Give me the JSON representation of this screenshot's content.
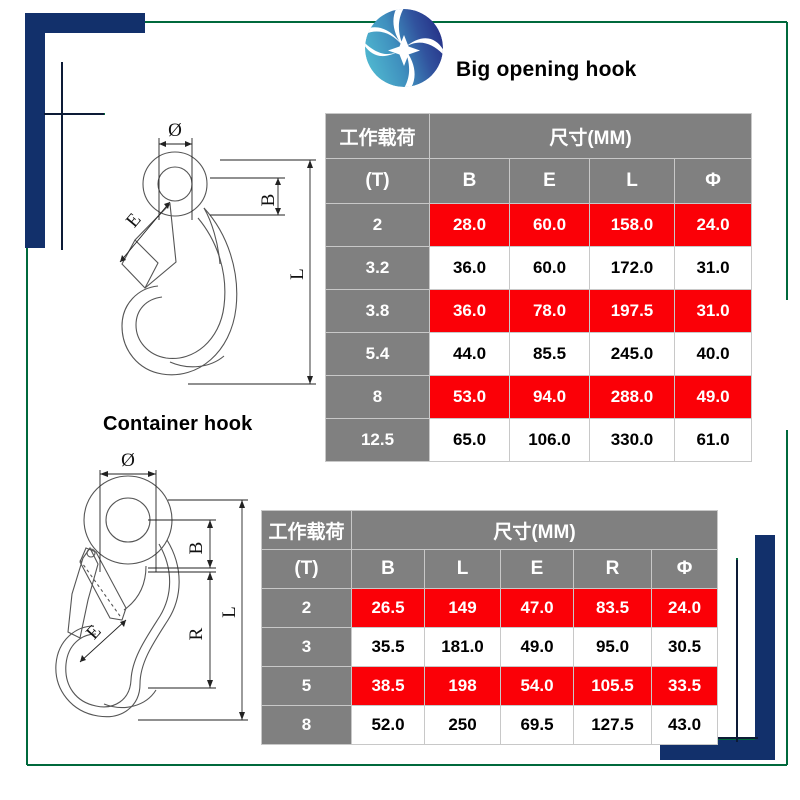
{
  "page": {
    "background": "#ffffff",
    "frame_navy": "#12306b",
    "frame_green": "#00693c"
  },
  "logo": {
    "name": "company-swirl-logo",
    "color_light": "#45a8c4",
    "color_mid": "#3a7fb5",
    "color_dark": "#2a3b8f",
    "star_color": "#ffffff"
  },
  "sections": [
    {
      "id": "big-opening-hook",
      "title": "Big opening hook",
      "drawing_labels": [
        "Ø",
        "B",
        "E",
        "L"
      ]
    },
    {
      "id": "container-hook",
      "title": "Container hook",
      "drawing_labels": [
        "Ø",
        "B",
        "E",
        "R",
        "L"
      ]
    }
  ],
  "tables": {
    "big_opening_hook": {
      "group_header_load": "工作载荷",
      "group_header_dim": "尺寸(MM)",
      "unit_header": "(T)",
      "columns": [
        "B",
        "E",
        "L",
        "Φ"
      ],
      "rows": [
        {
          "load": "2",
          "values": [
            "28.0",
            "60.0",
            "158.0",
            "24.0"
          ],
          "highlight": true
        },
        {
          "load": "3.2",
          "values": [
            "36.0",
            "60.0",
            "172.0",
            "31.0"
          ],
          "highlight": false
        },
        {
          "load": "3.8",
          "values": [
            "36.0",
            "78.0",
            "197.5",
            "31.0"
          ],
          "highlight": true
        },
        {
          "load": "5.4",
          "values": [
            "44.0",
            "85.5",
            "245.0",
            "40.0"
          ],
          "highlight": false
        },
        {
          "load": "8",
          "values": [
            "53.0",
            "94.0",
            "288.0",
            "49.0"
          ],
          "highlight": true
        },
        {
          "load": "12.5",
          "values": [
            "65.0",
            "106.0",
            "330.0",
            "61.0"
          ],
          "highlight": false
        }
      ]
    },
    "container_hook": {
      "group_header_load": "工作载荷",
      "group_header_dim": "尺寸(MM)",
      "unit_header": "(T)",
      "columns": [
        "B",
        "L",
        "E",
        "R",
        "Φ"
      ],
      "rows": [
        {
          "load": "2",
          "values": [
            "26.5",
            "149",
            "47.0",
            "83.5",
            "24.0"
          ],
          "highlight": true
        },
        {
          "load": "3",
          "values": [
            "35.5",
            "181.0",
            "49.0",
            "95.0",
            "30.5"
          ],
          "highlight": false
        },
        {
          "load": "5",
          "values": [
            "38.5",
            "198",
            "54.0",
            "105.5",
            "33.5"
          ],
          "highlight": true
        },
        {
          "load": "8",
          "values": [
            "52.0",
            "250",
            "69.5",
            "127.5",
            "43.0"
          ],
          "highlight": false
        }
      ]
    }
  },
  "colors": {
    "header_grey": "#808080",
    "highlight_red": "#fb0007",
    "cell_white": "#ffffff",
    "text_on_dark": "#ffffff",
    "text_on_light": "#000000"
  }
}
